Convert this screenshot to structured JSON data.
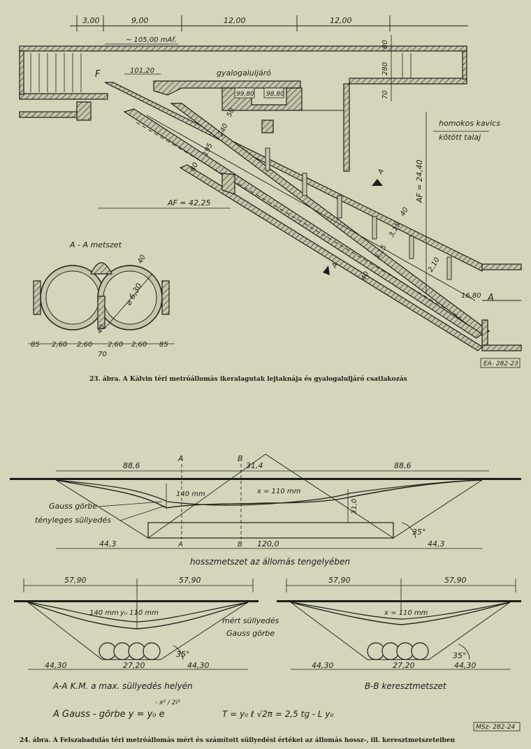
{
  "fig23": {
    "top_dims": [
      "3,00",
      "9,00",
      "12,00",
      "12,00"
    ],
    "level_top": "~ 105,00 mAf.",
    "level_a": "101,20",
    "level_b": "99,80",
    "level_c": "98,80",
    "label_passage": "gyalogaluljáró",
    "label_soil_1": "homokos kavics",
    "label_soil_2": "kötött talaj",
    "label_f": "F",
    "right_dims": [
      "80",
      "280",
      "70"
    ],
    "shaft_dims": [
      "80",
      "195",
      "240",
      "50"
    ],
    "af_left": "AF = 42,25",
    "af_right": "AF = 24,40",
    "incline_dims": [
      "3,15",
      "3,15",
      "40",
      "40",
      "2,10"
    ],
    "level_bottom": "16,80",
    "label_a": "A",
    "section_title": "A - A metszet",
    "section_thick": "40",
    "section_thick_b": "40",
    "section_diam": "⌀ 6,30",
    "section_dims": [
      "85",
      "2,60",
      "2,60",
      "2,60",
      "2,60",
      "85"
    ],
    "section_gap": "70",
    "plate": "EA- 282-23",
    "caption": "23. ábra. A Kálvin téri metróállomás ikeralagutak lejtaknája és gyalogaluljáró csatlakozás"
  },
  "fig24": {
    "label_a": "A",
    "label_b": "B",
    "top_dims": [
      "88,6",
      "31,4",
      "88,6"
    ],
    "depth_140": "140 mm",
    "depth_x": "x = 110 mm",
    "label_gauss": "Gauss görbe",
    "label_actual": "tényleges süllyedés",
    "depth_31": "31,0",
    "angle": "35°",
    "bottom_dims": [
      "44,3",
      "120,0",
      "44,3"
    ],
    "long_title": "hosszmetszet az állomás tengelyében",
    "left": {
      "dims": [
        "57,90",
        "57,90"
      ],
      "depth_1": "140 mm",
      "depth_2": "y₀ 110 mm",
      "label_measured": "mért süllyedés",
      "label_gauss": "Gauss görbe",
      "angle": "35°",
      "bottom_dims": [
        "44,30",
        "27,20",
        "44,30"
      ],
      "title": "A-A K.M. a max. süllyedés helyén"
    },
    "right": {
      "dims": [
        "57,90",
        "57,90"
      ],
      "depth": "x = 110 mm",
      "angle": "35°",
      "bottom_dims": [
        "44,30",
        "27,20",
        "44,30"
      ],
      "title": "B-B keresztmetszet"
    },
    "formula_1": "A Gauss - görbe  y = y₀ e",
    "formula_exp": "- x² / 2i²",
    "formula_2": "T = y₀ ℓ √2π = 2,5 tɡ - L y₀",
    "plate": "MSz- 282-24",
    "caption": "24. ábra. A Felszabadulás téri metróállomás mért és számított süllyedési értékei az állomás hossz-, ill. keresztmetszeteiben"
  }
}
